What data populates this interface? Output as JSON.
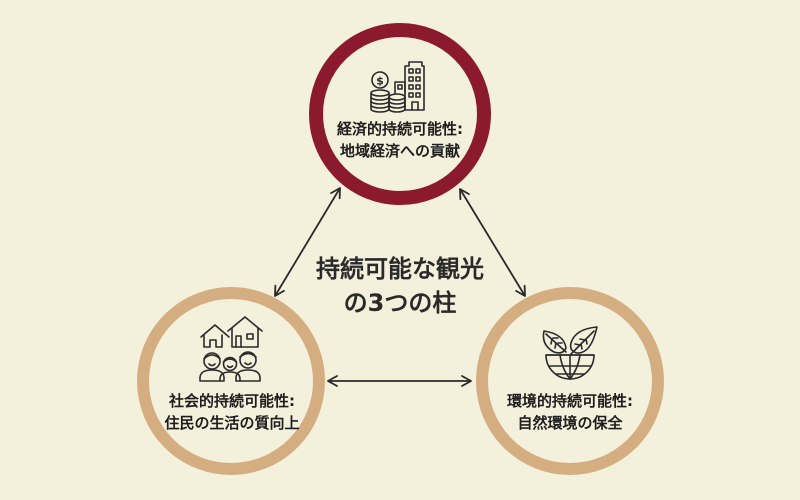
{
  "diagram": {
    "title_line1": "持続可能な観光",
    "title_line2": "の3つの柱",
    "colors": {
      "background": "#F3F0DC",
      "primary_ring": "#8B1A2E",
      "secondary_ring": "#D4AE80",
      "arrow": "#2A2A2A",
      "text": "#1E1E1E"
    },
    "pillars": [
      {
        "id": "economic",
        "icon": "coins-building-icon",
        "label_line1": "経済的持続可能性:",
        "label_line2": "地域経済への貢献",
        "ring_color": "#8B1A2E"
      },
      {
        "id": "social",
        "icon": "houses-family-icon",
        "label_line1": "社会的持続可能性:",
        "label_line2": "住民の生活の質向上",
        "ring_color": "#D4AE80"
      },
      {
        "id": "environmental",
        "icon": "leaves-globe-icon",
        "label_line1": "環境的持続可能性:",
        "label_line2": "自然環境の保全",
        "ring_color": "#D4AE80"
      }
    ],
    "connections": [
      {
        "from": "economic",
        "to": "social",
        "type": "bidirectional-arrow"
      },
      {
        "from": "economic",
        "to": "environmental",
        "type": "bidirectional-arrow"
      },
      {
        "from": "social",
        "to": "environmental",
        "type": "bidirectional-arrow"
      }
    ]
  }
}
